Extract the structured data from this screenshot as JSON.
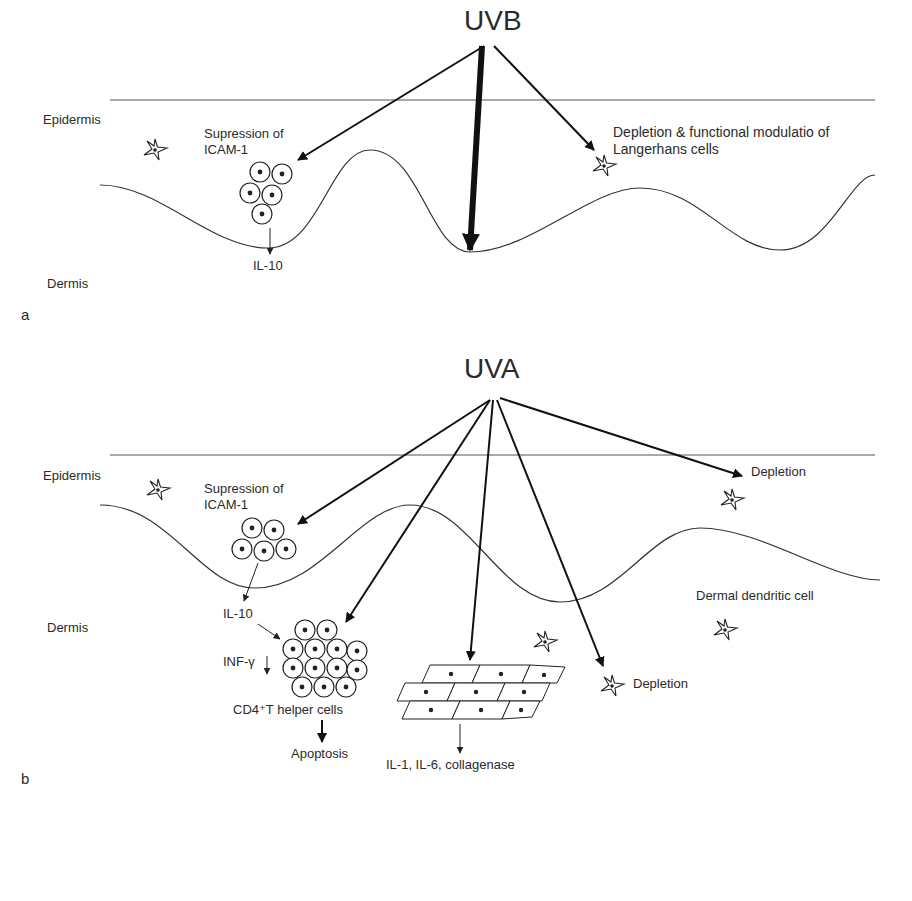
{
  "diagram": {
    "labels": [
      "UVB",
      "Epidermis",
      "Supression of ICAM-1",
      "Depletion & functional modulatio of Langerhans cells",
      "Dermis",
      "IL-10",
      "a",
      "UVA",
      "Epidermis",
      "Supression of ICAM-1",
      "Depletion",
      "IL-10",
      "Dermis",
      "Dermal dendritic cell",
      "INF-γ",
      "CD4⁺T helper cells",
      "Depletion",
      "Apoptosis",
      "IL-1, IL-6, collagenase",
      "b"
    ]
  }
}
